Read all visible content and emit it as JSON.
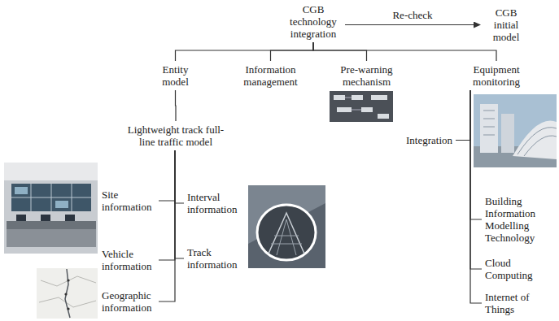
{
  "diagram": {
    "nodes": [
      {
        "text": [
          "CGB technology integration"
        ]
      },
      {
        "text": [
          "CGB initial model"
        ]
      },
      {
        "text": [
          "Entity model"
        ]
      },
      {
        "text": [
          "Information management"
        ]
      },
      {
        "text": [
          "Pre-warning mechanism"
        ]
      },
      {
        "text": [
          "Equipment monitoring"
        ]
      },
      {
        "text": [
          "Lightweight track full-line traffic model"
        ]
      },
      {
        "text": [
          "Site information"
        ]
      },
      {
        "text": [
          "Interval information"
        ]
      },
      {
        "text": [
          "Vehicle information"
        ]
      },
      {
        "text": [
          "Track information"
        ]
      },
      {
        "text": [
          "Geographic information"
        ]
      },
      {
        "text": [
          "Integration"
        ]
      },
      {
        "text": [
          "Building Information Modelling Technology"
        ]
      },
      {
        "text": [
          "Cloud Computing"
        ]
      },
      {
        "text": [
          "Internet of Things"
        ]
      }
    ],
    "edges": [
      {
        "from": 0,
        "to": 1,
        "arrow": "to",
        "label": "Re-check"
      },
      {
        "from": 0,
        "to": 2,
        "arrow": "none"
      },
      {
        "from": 0,
        "to": 3,
        "arrow": "none"
      },
      {
        "from": 0,
        "to": 4,
        "arrow": "none"
      },
      {
        "from": 0,
        "to": 5,
        "arrow": "none"
      },
      {
        "from": 2,
        "to": 6,
        "arrow": "none"
      },
      {
        "from": 6,
        "to": 7,
        "arrow": "none"
      },
      {
        "from": 6,
        "to": 8,
        "arrow": "none"
      },
      {
        "from": 6,
        "to": 9,
        "arrow": "none"
      },
      {
        "from": 6,
        "to": 10,
        "arrow": "none"
      },
      {
        "from": 6,
        "to": 11,
        "arrow": "none"
      },
      {
        "from": 5,
        "to": 12,
        "arrow": "none"
      },
      {
        "from": 5,
        "to": 13,
        "arrow": "none"
      },
      {
        "from": 5,
        "to": 14,
        "arrow": "none"
      },
      {
        "from": 5,
        "to": 15,
        "arrow": "none"
      }
    ]
  }
}
